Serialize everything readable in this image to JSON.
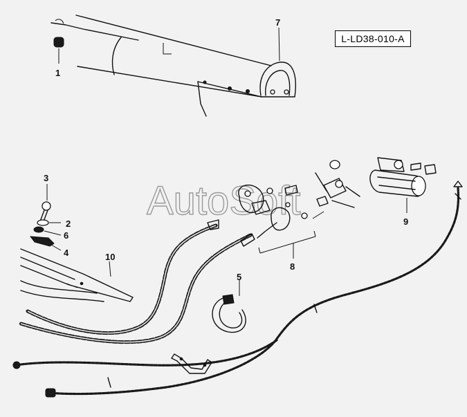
{
  "drawing_code": "L-LD38-010-A",
  "watermark": "AutoSoft",
  "callouts": {
    "c1": "1",
    "c2": "2",
    "c3": "3",
    "c4": "4",
    "c5": "5",
    "c6": "6",
    "c7": "7",
    "c8": "8",
    "c9": "9",
    "c10": "10"
  }
}
